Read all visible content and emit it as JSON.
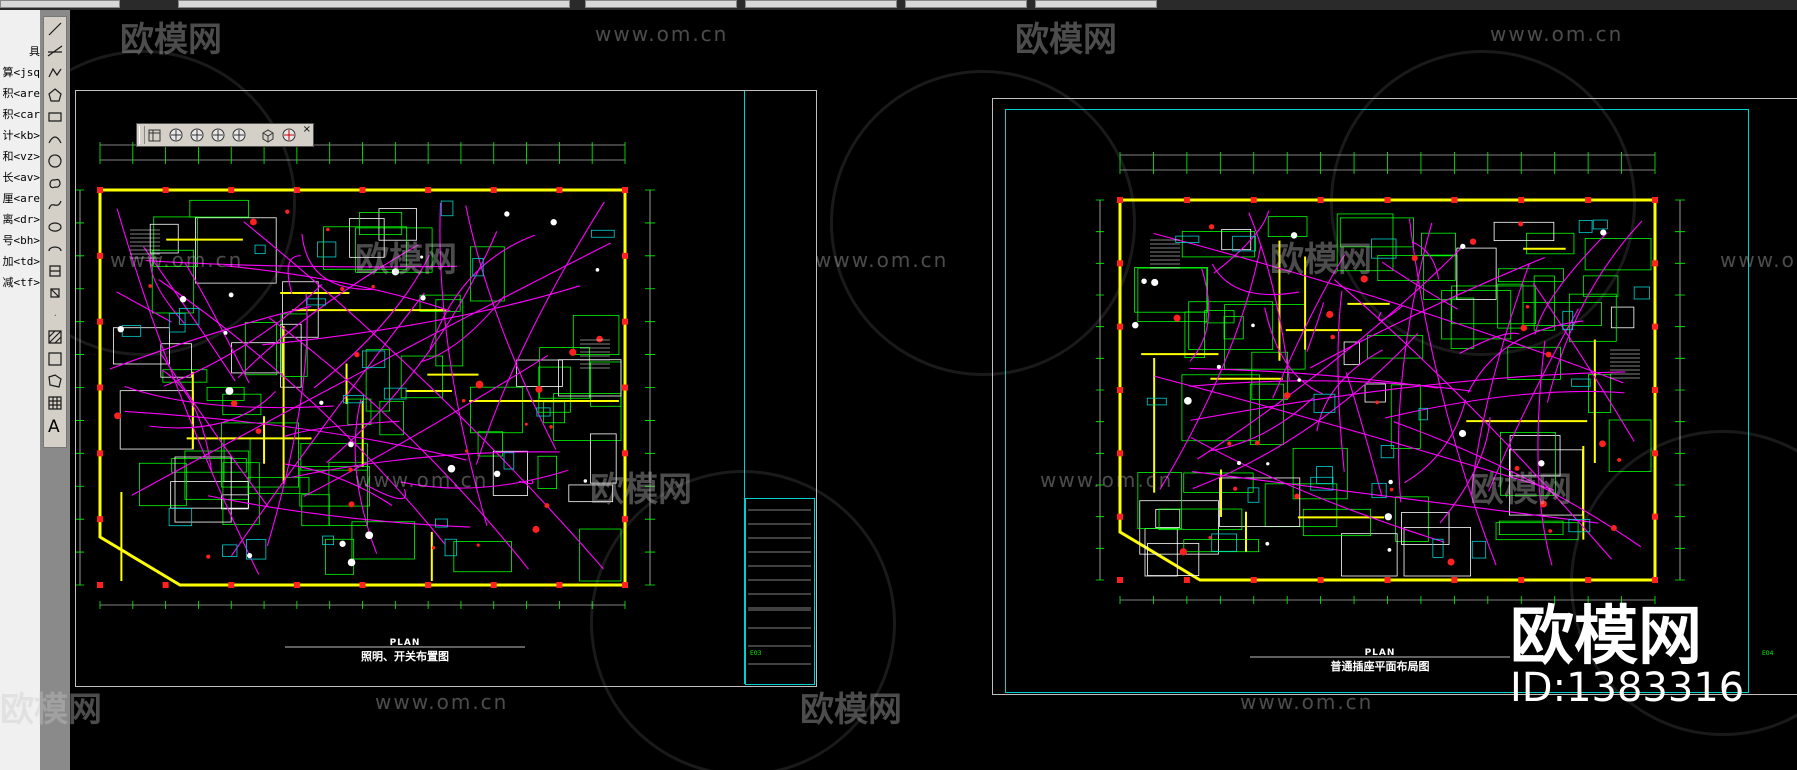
{
  "command_panel": {
    "items": [
      "具",
      "算<jsq",
      "积<are",
      "积<car",
      "计<kb>",
      "和<vz>",
      "长<av>",
      "厘<are",
      "离<dr>",
      "号<bh>",
      "加<td>",
      "减<tf>"
    ]
  },
  "draw_toolbar": {
    "tools": [
      "line-icon",
      "construction-line-icon",
      "polyline-icon",
      "polygon-icon",
      "rectangle-icon",
      "arc-icon",
      "circle-icon",
      "revision-cloud-icon",
      "spline-icon",
      "ellipse-icon",
      "ellipse-arc-icon",
      "insert-block-icon",
      "make-block-icon",
      "point-icon",
      "hatch-icon",
      "gradient-icon",
      "region-icon",
      "table-icon"
    ],
    "text_tool_label": "A"
  },
  "floating_toolbar": {
    "close_label": "×",
    "tools": [
      "view-icon",
      "sphere-icon",
      "view-rotate-icon",
      "view-pan-icon",
      "orbit-icon",
      "box-icon",
      "render-icon"
    ]
  },
  "drawings": [
    {
      "title_en": "PLAN",
      "title_cn": "照明、开关布置图",
      "sheet_no": "E03"
    },
    {
      "title_en": "PLAN",
      "title_cn": "普通插座平面布局图",
      "sheet_no": "E04"
    }
  ],
  "watermark": {
    "brand": "欧模网",
    "url": "www.om.cn",
    "id_label": "ID:1383316"
  },
  "colors": {
    "canvas": "#000000",
    "wall": "#ffff00",
    "wire": "#ff00ff",
    "line_green": "#00ff00",
    "cyan": "#00d0d0",
    "red": "#ff2020"
  }
}
